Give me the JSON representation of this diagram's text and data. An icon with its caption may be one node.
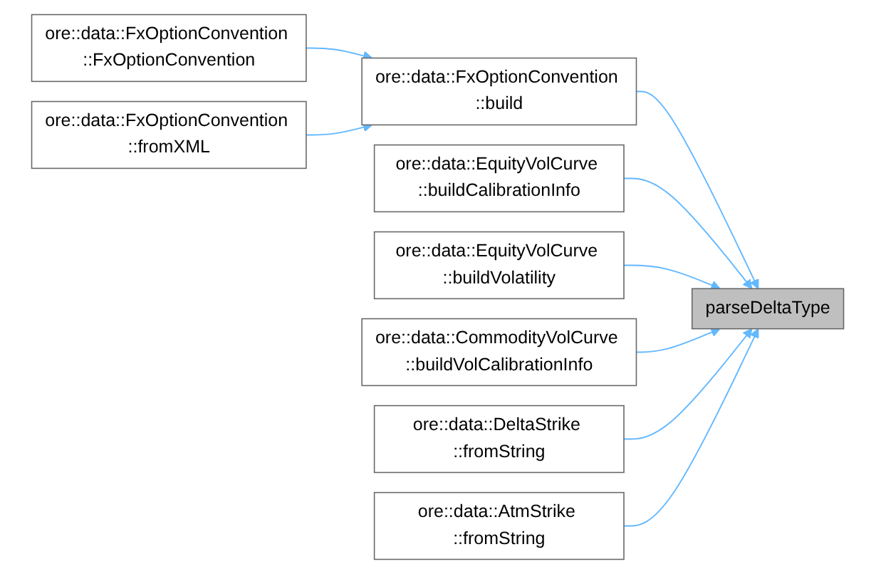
{
  "diagram": {
    "nodes": [
      {
        "text": [
          "ore::data::FxOptionConvention ::FxOptionConvention"
        ]
      },
      {
        "text": [
          "ore::data::FxOptionConvention ::fromXML"
        ]
      },
      {
        "text": [
          "ore::data::FxOptionConvention ::build"
        ]
      },
      {
        "text": [
          "ore::data::EquityVolCurve ::buildCalibrationInfo"
        ]
      },
      {
        "text": [
          "ore::data::EquityVolCurve ::buildVolatility"
        ]
      },
      {
        "text": [
          "ore::data::CommodityVolCurve ::buildVolCalibrationInfo"
        ]
      },
      {
        "text": [
          "ore::data::DeltaStrike ::fromString"
        ]
      },
      {
        "text": [
          "ore::data::AtmStrike ::fromString"
        ]
      },
      {
        "text": [
          "parseDeltaType"
        ]
      }
    ],
    "edges": [
      {
        "from": 0,
        "to": 2,
        "arrow": "to"
      },
      {
        "from": 1,
        "to": 2,
        "arrow": "to"
      },
      {
        "from": 2,
        "to": 8,
        "arrow": "to"
      },
      {
        "from": 3,
        "to": 8,
        "arrow": "to"
      },
      {
        "from": 4,
        "to": 8,
        "arrow": "to"
      },
      {
        "from": 5,
        "to": 8,
        "arrow": "to"
      },
      {
        "from": 6,
        "to": 8,
        "arrow": "to"
      },
      {
        "from": 7,
        "to": 8,
        "arrow": "to"
      }
    ]
  }
}
